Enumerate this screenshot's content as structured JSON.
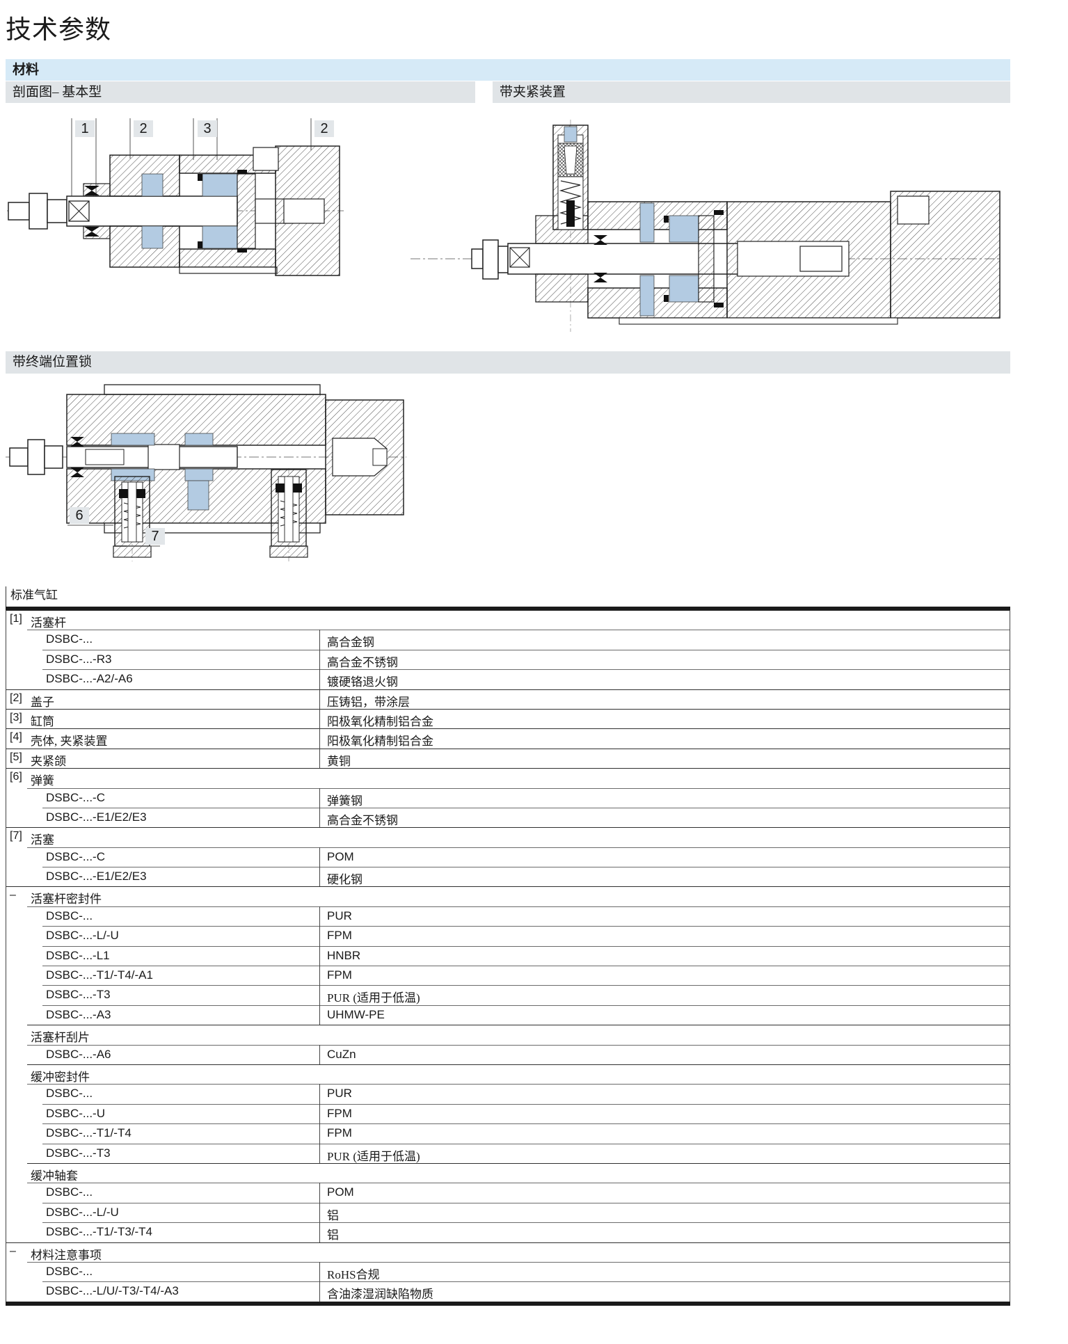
{
  "page": {
    "title": "技术参数"
  },
  "material_section": {
    "header": "材料",
    "sub_headers": {
      "basic": "剖面图– 基本型",
      "clamping": "带夹紧装置",
      "end_lock": "带终端位置锁"
    }
  },
  "drawings": {
    "basic": {
      "labels": [
        "1",
        "2",
        "3",
        "2"
      ]
    },
    "end_lock": {
      "labels": [
        "6",
        "7"
      ]
    }
  },
  "table": {
    "title": "标准气缸",
    "rows": [
      {
        "num": "[1]",
        "label": "活塞杆",
        "value": null,
        "type": "section"
      },
      {
        "num": "",
        "label": "DSBC-...",
        "value": "高合金钢",
        "type": "sub"
      },
      {
        "num": "",
        "label": "DSBC-...-R3",
        "value": "高合金不锈钢",
        "type": "sub"
      },
      {
        "num": "",
        "label": "DSBC-...-A2/-A6",
        "value": "镀硬铬退火钢",
        "type": "sub"
      },
      {
        "num": "[2]",
        "label": "盖子",
        "value": "压铸铝，带涂层",
        "type": "section"
      },
      {
        "num": "[3]",
        "label": "缸筒",
        "value": "阳极氧化精制铝合金",
        "type": "section"
      },
      {
        "num": "[4]",
        "label": "壳体, 夹紧装置",
        "value": "阳极氧化精制铝合金",
        "type": "section"
      },
      {
        "num": "[5]",
        "label": "夹紧颌",
        "value": "黄铜",
        "type": "section"
      },
      {
        "num": "[6]",
        "label": "弹簧",
        "value": null,
        "type": "section"
      },
      {
        "num": "",
        "label": "DSBC-...-C",
        "value": "弹簧钢",
        "type": "sub"
      },
      {
        "num": "",
        "label": "DSBC-...-E1/E2/E3",
        "value": "高合金不锈钢",
        "type": "sub"
      },
      {
        "num": "[7]",
        "label": "活塞",
        "value": null,
        "type": "section"
      },
      {
        "num": "",
        "label": "DSBC-...-C",
        "value": "POM",
        "type": "sub"
      },
      {
        "num": "",
        "label": "DSBC-...-E1/E2/E3",
        "value": "硬化钢",
        "type": "sub"
      },
      {
        "num": "–",
        "label": "活塞杆密封件",
        "value": null,
        "type": "section"
      },
      {
        "num": "",
        "label": "DSBC-...",
        "value": "PUR",
        "type": "sub"
      },
      {
        "num": "",
        "label": "DSBC-...-L/-U",
        "value": "FPM",
        "type": "sub"
      },
      {
        "num": "",
        "label": "DSBC-...-L1",
        "value": "HNBR",
        "type": "sub"
      },
      {
        "num": "",
        "label": "DSBC-...-T1/-T4/-A1",
        "value": "FPM",
        "type": "sub"
      },
      {
        "num": "",
        "label": "DSBC-...-T3",
        "value": "PUR (适用于低温)",
        "type": "sub"
      },
      {
        "num": "",
        "label": "DSBC-...-A3",
        "value": "UHMW-PE",
        "type": "sub"
      },
      {
        "num": "",
        "label": "活塞杆刮片",
        "value": null,
        "type": "subsection"
      },
      {
        "num": "",
        "label": "DSBC-...-A6",
        "value": "CuZn",
        "type": "sub"
      },
      {
        "num": "",
        "label": "缓冲密封件",
        "value": null,
        "type": "subsection"
      },
      {
        "num": "",
        "label": "DSBC-...",
        "value": "PUR",
        "type": "sub"
      },
      {
        "num": "",
        "label": "DSBC-...-U",
        "value": "FPM",
        "type": "sub"
      },
      {
        "num": "",
        "label": "DSBC-...-T1/-T4",
        "value": "FPM",
        "type": "sub"
      },
      {
        "num": "",
        "label": "DSBC-...-T3",
        "value": "PUR (适用于低温)",
        "type": "sub"
      },
      {
        "num": "",
        "label": "缓冲轴套",
        "value": null,
        "type": "subsection"
      },
      {
        "num": "",
        "label": "DSBC-...",
        "value": "POM",
        "type": "sub"
      },
      {
        "num": "",
        "label": "DSBC-...-L/-U",
        "value": "铝",
        "type": "sub"
      },
      {
        "num": "",
        "label": "DSBC-...-T1/-T3/-T4",
        "value": "铝",
        "type": "sub"
      },
      {
        "num": "–",
        "label": "材料注意事项",
        "value": null,
        "type": "section"
      },
      {
        "num": "",
        "label": "DSBC-...",
        "value": "RoHS合规",
        "type": "sub"
      },
      {
        "num": "",
        "label": "DSBC-...-L/U/-T3/-T4/-A3",
        "value": "含油漆湿润缺陷物质",
        "type": "sub"
      }
    ]
  },
  "colors": {
    "header_blue": "#d6eaf7",
    "section_gray": "#e0e4e7",
    "label_box_gray": "#e2e6e9",
    "drawing_highlight_blue": "#b3cbe2",
    "line_dark": "#222222"
  }
}
